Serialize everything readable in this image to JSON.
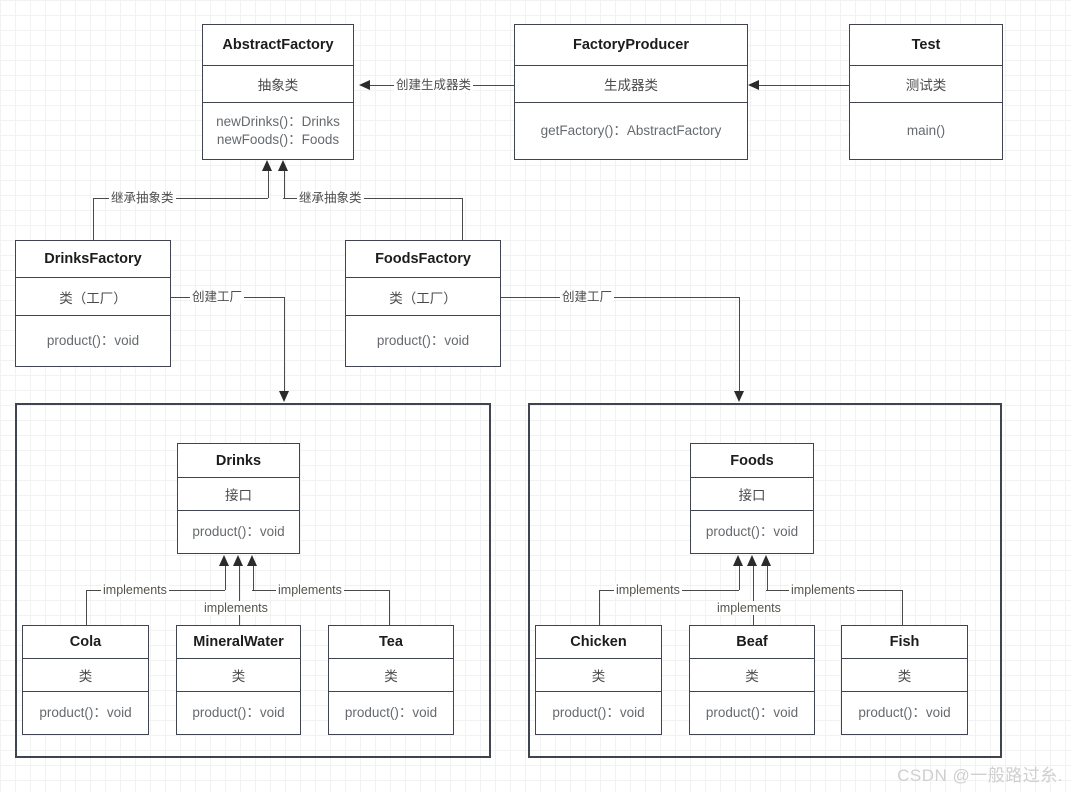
{
  "diagram": {
    "title": "Abstract Factory Pattern UML Class Diagram",
    "colors": {
      "box_border": "#3f4450",
      "group_border": "#3f4450",
      "name_text": "#1c1c1c",
      "body_text": "#666a6e",
      "edge_label": "#57534a",
      "grid_minor": "#f2f2f2",
      "grid_major": "#ebebeb",
      "watermark": "#cfcfcf",
      "background": "#ffffff"
    }
  },
  "classes": {
    "abstract_factory": {
      "name": "AbstractFactory",
      "stereotype": "抽象类",
      "operations": [
        "newDrinks()：Drinks",
        "newFoods()：Foods"
      ]
    },
    "factory_producer": {
      "name": "FactoryProducer",
      "stereotype": "生成器类",
      "operations": [
        "getFactory()：AbstractFactory"
      ]
    },
    "test": {
      "name": "Test",
      "stereotype": "测试类",
      "operations": [
        "main()"
      ]
    },
    "drinks_factory": {
      "name": "DrinksFactory",
      "stereotype": "类（工厂）",
      "operations": [
        "product()：void"
      ]
    },
    "foods_factory": {
      "name": "FoodsFactory",
      "stereotype": "类（工厂）",
      "operations": [
        "product()：void"
      ]
    },
    "drinks": {
      "name": "Drinks",
      "stereotype": "接口",
      "operations": [
        "product()：void"
      ]
    },
    "cola": {
      "name": "Cola",
      "stereotype": "类",
      "operations": [
        "product()：void"
      ]
    },
    "mineral_water": {
      "name": "MineralWater",
      "stereotype": "类",
      "operations": [
        "product()：void"
      ]
    },
    "tea": {
      "name": "Tea",
      "stereotype": "类",
      "operations": [
        "product()：void"
      ]
    },
    "foods": {
      "name": "Foods",
      "stereotype": "接口",
      "operations": [
        "product()：void"
      ]
    },
    "chicken": {
      "name": "Chicken",
      "stereotype": "类",
      "operations": [
        "product()：void"
      ]
    },
    "beaf": {
      "name": "Beaf",
      "stereotype": "类",
      "operations": [
        "product()：void"
      ]
    },
    "fish": {
      "name": "Fish",
      "stereotype": "类",
      "operations": [
        "product()：void"
      ]
    }
  },
  "edges": {
    "producer_to_abstract": "创建生成器类",
    "test_to_producer": "",
    "drinksfactory_inherits": "继承抽象类",
    "foodsfactory_inherits": "继承抽象类",
    "drinksfactory_creates": "创建工厂",
    "foodsfactory_creates": "创建工厂",
    "cola_implements": "implements",
    "mineralwater_implements": "implements",
    "tea_implements": "implements",
    "chicken_implements": "implements",
    "beaf_implements": "implements",
    "fish_implements": "implements"
  },
  "watermark": {
    "text": "CSDN @一般路过糸."
  }
}
